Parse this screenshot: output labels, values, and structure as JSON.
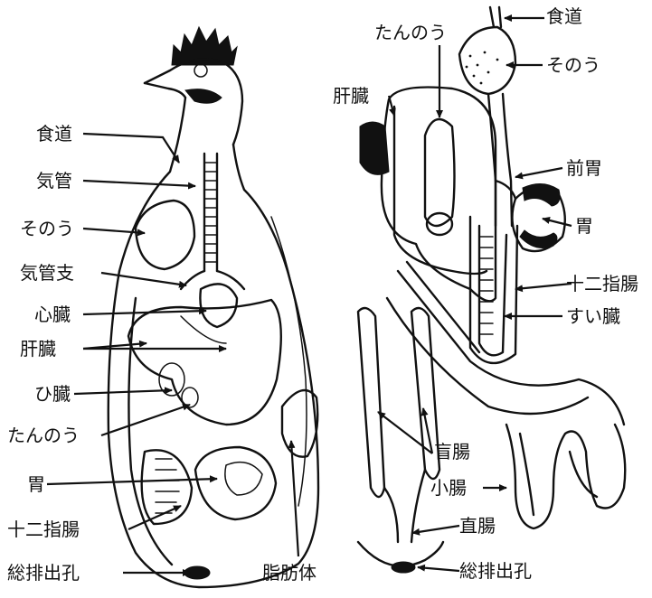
{
  "left_labels": {
    "esophagus": "食道",
    "trachea": "気管",
    "crop": "そのう",
    "bronchus": "気管支",
    "heart": "心臓",
    "liver": "肝臓",
    "spleen": "ひ臓",
    "gallbladder": "たんのう",
    "stomach": "胃",
    "duodenum": "十二指腸",
    "cloaca": "総排出孔",
    "fat_body": "脂肪体"
  },
  "right_labels": {
    "gallbladder": "たんのう",
    "esophagus": "食道",
    "crop": "そのう",
    "liver": "肝臓",
    "proventriculus": "前胃",
    "stomach": "胃",
    "duodenum": "十二指腸",
    "pancreas": "すい臓",
    "cecum": "盲腸",
    "small_intestine": "小腸",
    "rectum": "直腸",
    "cloaca": "総排出孔"
  }
}
